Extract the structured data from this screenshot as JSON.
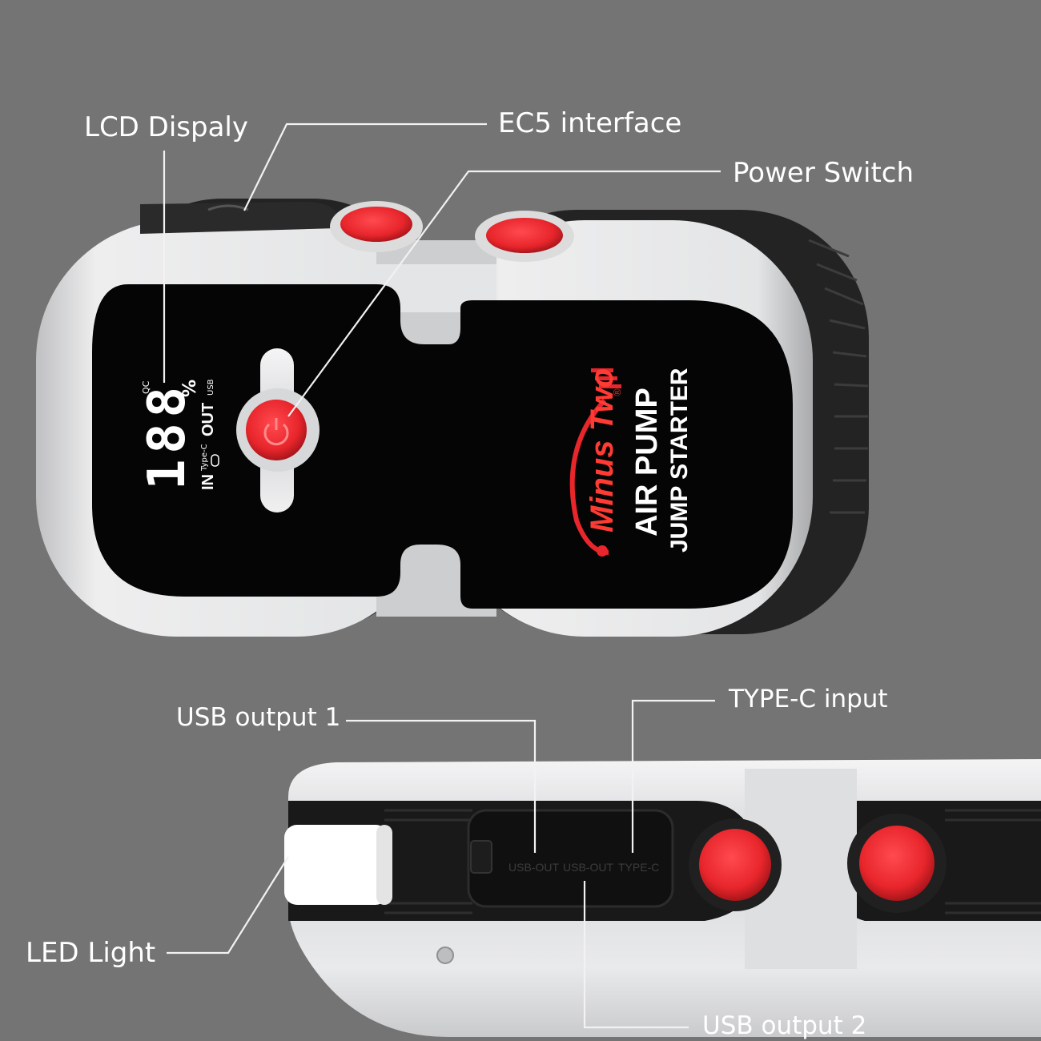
{
  "callouts": {
    "lcd_display": "LCD Dispaly",
    "ec5_interface": "EC5 interface",
    "power_switch": "Power Switch",
    "usb_output_1": "USB output 1",
    "type_c_input": "TYPE-C input",
    "led_light": "LED Light",
    "usb_output_2": "USB output 2"
  },
  "lcd": {
    "digits": "188",
    "qc": "QC",
    "percent": "%",
    "usb": "USB",
    "out": "OUT",
    "type_c": "Type-C",
    "in": "IN"
  },
  "brand": {
    "logo": "Minus Two",
    "registered": "®",
    "line1": "AIR PUMP",
    "line2": "JUMP STARTER"
  },
  "ports": {
    "usb_out_1": "USB-OUT",
    "usb_out_2": "USB-OUT",
    "type_c": "TYPE-C"
  },
  "colors": {
    "background": "#747474",
    "button_red": "#e8262c",
    "shell_silver": "#d9dadb",
    "panel_black": "#050505",
    "lcd_white": "#ffffff"
  }
}
